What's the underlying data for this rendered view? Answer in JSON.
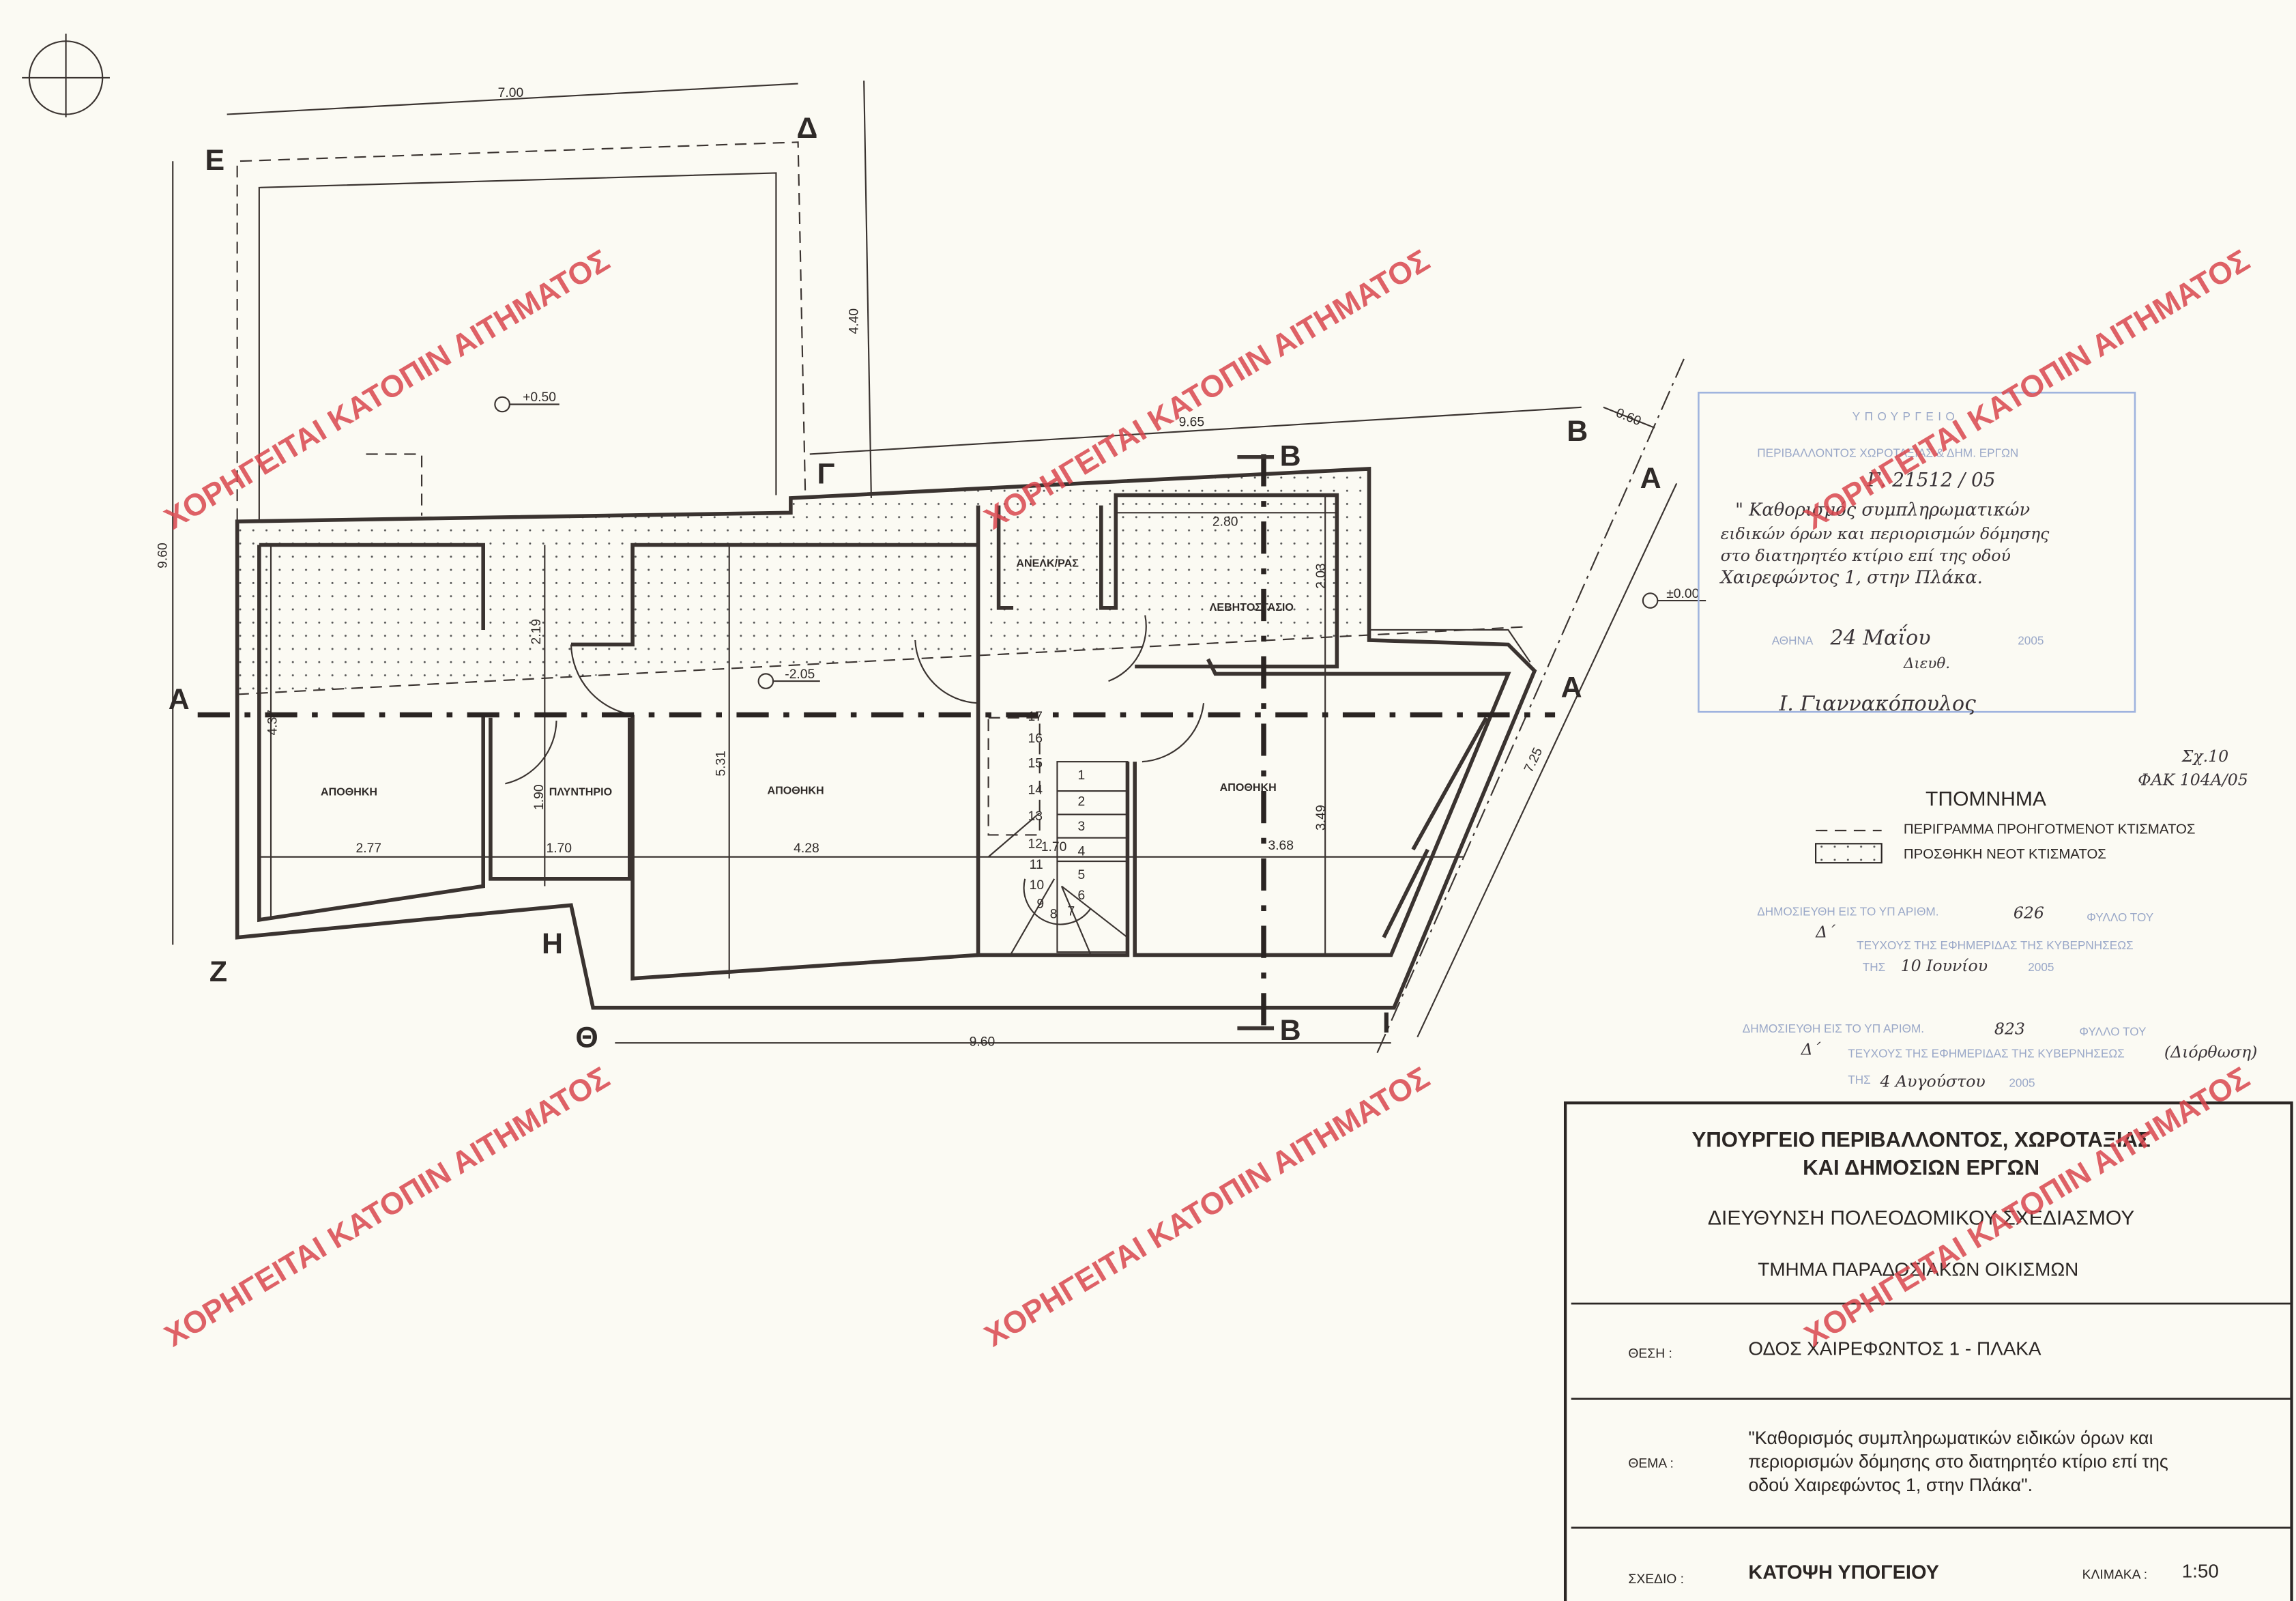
{
  "plan": {
    "points": {
      "E": "Ε",
      "D": "Δ",
      "G": "Γ",
      "B_top": "Β",
      "A_top": "Α",
      "A_left": "Α",
      "A_right": "Α",
      "B_sec_top": "Β",
      "B_sec_bottom": "Β",
      "Z": "Ζ",
      "H": "Η",
      "TH": "Θ",
      "I": "Ι"
    },
    "dimensions": {
      "top_width": "7.00",
      "side_440": "4.40",
      "left_960": "9.60",
      "top_965": "9.65",
      "offset_060": "0.60",
      "d277": "2.77",
      "d170": "1.70",
      "d428": "4.28",
      "d368": "3.68",
      "stair_170": "1.70",
      "d437": "4.37",
      "d219": "2.19",
      "d190": "1.90",
      "d531": "5.31",
      "d203": "2.03",
      "d349": "3.49",
      "d280": "2.80",
      "diag_725": "7.25",
      "bottom_960": "9.60"
    },
    "levels": {
      "upper": "+0.50",
      "basement": "-2.05",
      "street": "±0.00"
    },
    "rooms": {
      "storage_left": "ΑΠΟΘΗΚΗ",
      "laundry": "ΠΛΥΝΤΗΡΙΟ",
      "storage_mid": "ΑΠΟΘΗΚΗ",
      "elevator": "ΑΝΕΛΚ/ΡΑΣ",
      "boiler": "ΛΕΒΗΤΟΣΤΑΣΙΟ",
      "storage_right": "ΑΠΟΘΗΚΗ"
    },
    "stair_steps": [
      "1",
      "2",
      "3",
      "4",
      "5",
      "6",
      "7",
      "8",
      "9",
      "10",
      "11",
      "12",
      "13",
      "14",
      "15",
      "16",
      "17"
    ]
  },
  "watermark": "ΧΟΡΗΓΕΙΤΑΙ ΚΑΤΟΠΙΝ ΑΙΤΗΜΑΤΟΣ",
  "stamp": {
    "header1": "ΥΠΟΥΡΓΕΙΟ",
    "header2": "ΠΕΡΙΒΑΛΛΟΝΤΟΣ ΧΩΡΟΤΑΞΙΑΣ & ΔΗΜ. ΕΡΓΩΝ",
    "ref": "Γ. 21512 / 05",
    "hand_lines": [
      "\" Καθορισμός συμπληρωματικών",
      "ειδικών όρων και περιορισμών δόμησης",
      "στο διατηρητέο κτίριο επί της οδού",
      "Χαιρεφώντος 1, στην Πλάκα."
    ],
    "city_label": "ΑΘΗΝΑ",
    "date": "24 Μαΐου",
    "year": "2005",
    "role": "Διευθ.",
    "signature": "Ι. Γιαννακόπουλος"
  },
  "side_note": {
    "line1": "Σχ.10",
    "line2": "ΦΑΚ 104Α/05"
  },
  "legend": {
    "title": "ΤΠΟΜΝΗΜΑ",
    "items": [
      "ΠΕΡΙΓΡΑΜΜΑ ΠΡΟΗΓΟΤΜΕΝΟΤ ΚΤΙΣΜΑΤΟΣ",
      "ΠΡΟΣΘΗΚΗ ΝΕΟΤ ΚΤΙΣΜΑΤΟΣ"
    ]
  },
  "publications": [
    {
      "line1": "ΔΗΜΟΣΙΕΥΘΗ ΕΙΣ ΤΟ ΥΠ ΑΡΙΘΜ.",
      "number": "626",
      "sheet": "ΦΥΛΛΟ ΤΟΥ",
      "issue": "Δ΄",
      "line2": "ΤΕΥΧΟΥΣ ΤΗΣ ΕΦΗΜΕΡΙΔΑΣ ΤΗΣ ΚΥΒΕΡΝΗΣΕΩΣ",
      "the": "ΤΗΣ",
      "date": "10 Ιουνίου",
      "year": "2005",
      "note": ""
    },
    {
      "line1": "ΔΗΜΟΣΙΕΥΘΗ ΕΙΣ ΤΟ ΥΠ ΑΡΙΘΜ.",
      "number": "823",
      "sheet": "ΦΥΛΛΟ ΤΟΥ",
      "issue": "Δ΄",
      "line2": "ΤΕΥΧΟΥΣ ΤΗΣ ΕΦΗΜΕΡΙΔΑΣ ΤΗΣ ΚΥΒΕΡΝΗΣΕΩΣ",
      "the": "ΤΗΣ",
      "date": "4 Αυγούστου",
      "year": "2005",
      "note": "(Διόρθωση)"
    }
  ],
  "title_block": {
    "ministry_line1": "ΥΠΟΥΡΓΕΙΟ ΠΕΡΙΒΑΛΛΟΝΤΟΣ, ΧΩΡΟΤΑΞΙΑΣ",
    "ministry_line2": "ΚΑΙ ΔΗΜΟΣΙΩΝ ΕΡΓΩΝ",
    "directorate": "ΔΙΕΥΘΥΝΣΗ ΠΟΛΕΟΔΟΜΙΚΟΥ ΣΧΕΔΙΑΣΜΟΥ",
    "department": "ΤΜΗΜΑ ΠΑΡΑΔΟΣΙΑΚΩΝ ΟΙΚΙΣΜΩΝ",
    "location_label": "ΘΕΣΗ :",
    "location": "ΟΔΟΣ ΧΑΙΡΕΦΩΝΤΟΣ 1 - ΠΛΑΚΑ",
    "subject_label": "ΘΕΜΑ :",
    "subject_lines": [
      "\"Καθορισμός συμπληρωματικών ειδικών όρων και",
      "περιορισμών δόμησης στο διατηρητέο κτίριο επί της",
      "οδού Χαιρεφώντος 1, στην Πλάκα\"."
    ],
    "drawing_label": "ΣΧΕΔΙΟ :",
    "drawing": "ΚΑΤΟΨΗ ΥΠΟΓΕΙΟΥ",
    "scale_label": "ΚΛΙΜΑΚΑ :",
    "scale": "1:50"
  },
  "colors": {
    "ink": "#3a3330",
    "watermark": "#d8454c",
    "stamp": "#8fa6d6",
    "paper": "#fbfaf3"
  }
}
